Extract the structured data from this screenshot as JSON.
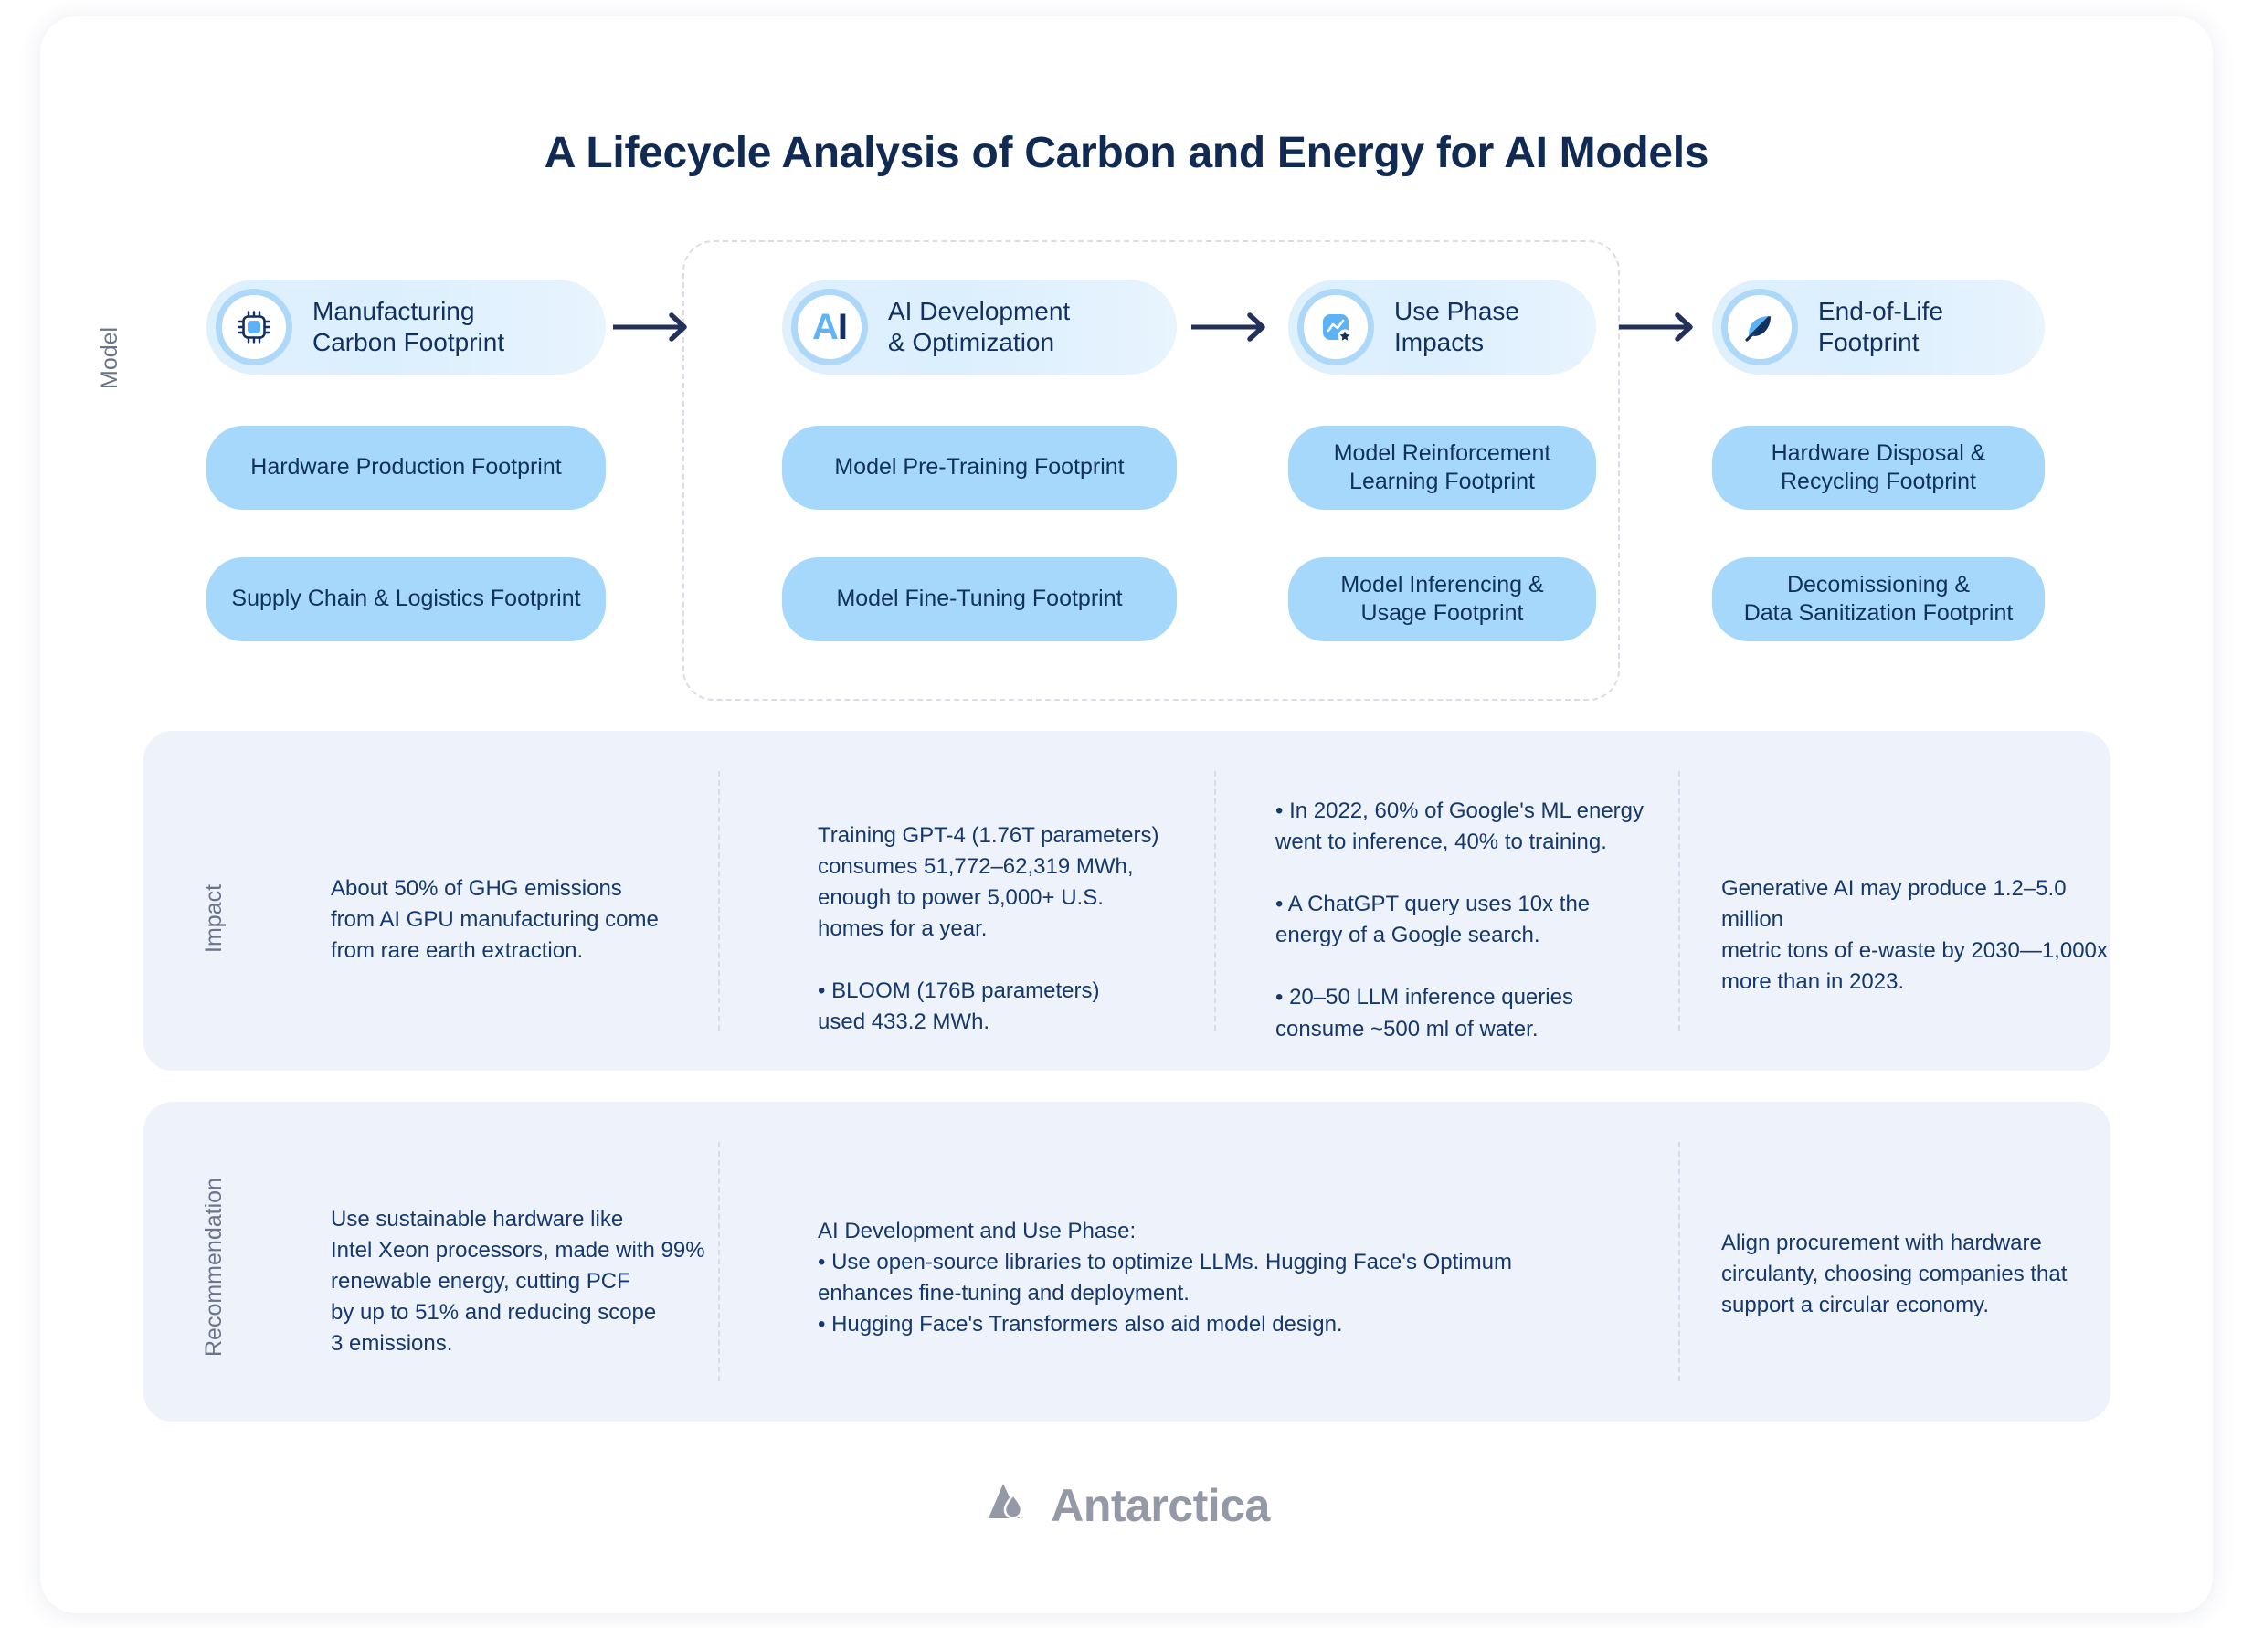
{
  "page": {
    "title": "A Lifecycle Analysis of Carbon and Energy for AI Models",
    "brand": "Antarctica",
    "accent_blue": "#a6d8fb",
    "navy": "#112a54",
    "panel_bg": "#eef2fb"
  },
  "rows": {
    "model_label": "Model",
    "impact_label": "Impact",
    "recommendation_label": "Recommendation"
  },
  "stages": [
    {
      "id": "manufacturing",
      "icon": "cpu-chip-icon",
      "label": "Manufacturing\nCarbon Footprint",
      "items": [
        "Hardware Production Footprint",
        "Supply Chain & Logistics Footprint"
      ]
    },
    {
      "id": "ai-development",
      "icon": "ai-text-icon",
      "icon_text_a": "A",
      "icon_text_i": "I",
      "label": "AI Development\n& Optimization",
      "items": [
        "Model Pre-Training Footprint",
        "Model Fine-Tuning Footprint"
      ]
    },
    {
      "id": "use-phase",
      "icon": "chart-star-icon",
      "label": "Use Phase\nImpacts",
      "items": [
        "Model Reinforcement\nLearning Footprint",
        "Model Inferencing &\nUsage Footprint"
      ]
    },
    {
      "id": "end-of-life",
      "icon": "leaf-eco-icon",
      "label": "End-of-Life\nFootprint",
      "items": [
        "Hardware Disposal &\nRecycling Footprint",
        "Decomissioning &\nData Sanitization Footprint"
      ]
    }
  ],
  "impact": [
    "About 50% of GHG emissions\n from AI GPU manufacturing come\n from rare earth extraction.",
    "Training GPT-4 (1.76T parameters)\nconsumes 51,772–62,319 MWh,\nenough to power 5,000+ U.S.\nhomes for a year.\n\n• BLOOM (176B parameters)\nused 433.2 MWh.",
    "• In 2022, 60% of Google's ML energy\nwent to inference, 40% to training.\n\n• A ChatGPT query uses 10x the\nenergy of a Google search.\n\n• 20–50 LLM inference queries\nconsume ~500 ml of water.",
    "Generative AI may produce 1.2–5.0 million\nmetric tons of e-waste by 2030—1,000x\nmore than in 2023."
  ],
  "recommendation": [
    "Use sustainable hardware like\nIntel Xeon processors, made with 99%\nrenewable energy, cutting PCF\nby up to 51% and reducing scope\n3 emissions.",
    "AI Development and Use Phase:\n• Use open-source libraries to optimize LLMs. Hugging Face's Optimum\nenhances fine-tuning and deployment.\n• Hugging Face's Transformers also aid model design.",
    "Align procurement with hardware\ncirculanty, choosing companies that\nsupport a circular economy."
  ]
}
